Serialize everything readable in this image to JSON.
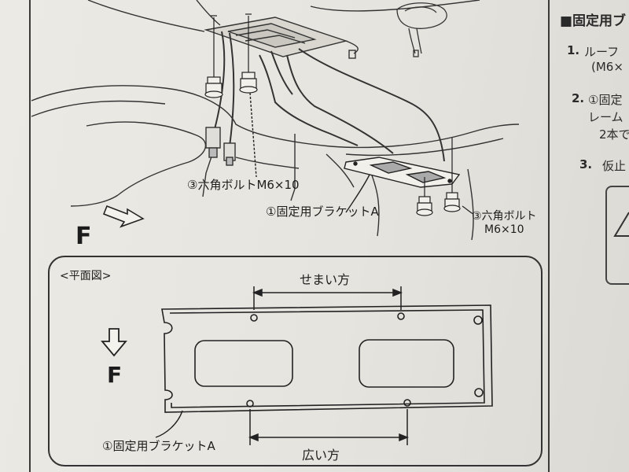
{
  "labels": {
    "bolt_top": "③六角ボルトM6×10",
    "bracket_top": "①固定用ブラケットA",
    "bolt_right_line1": "③六角ボルト",
    "bolt_right_line2": "M6×10",
    "direction_top": "F",
    "plan_title": "<平面図>",
    "narrow_side": "せまい方",
    "direction_plan": "F",
    "bracket_bottom": "①固定用ブラケットA",
    "wide_side": "広い方"
  },
  "right_column": {
    "heading": "■固定用ブ",
    "step1_num": "1.",
    "step1_line1": "ルーフ",
    "step1_line2": "(M6×",
    "step2_num": "2.",
    "step2_line1": "①固定",
    "step2_line2": "レーム",
    "step2_line3": "2本で",
    "step3_num": "3.",
    "step3_line1": "仮止"
  }
}
